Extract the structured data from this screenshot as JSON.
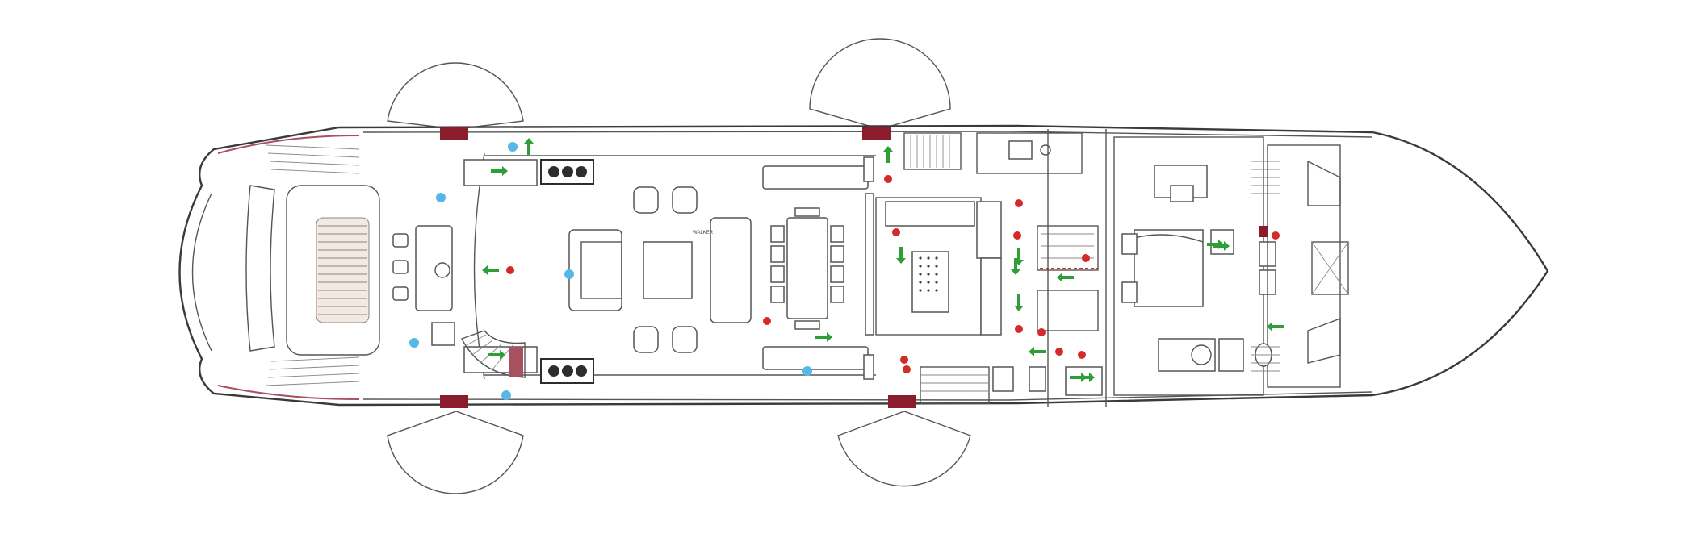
{
  "plan": {
    "tiny_label": "WALKER",
    "caption": "",
    "colors": {
      "line": "#3a3a3a",
      "accent_door": "#8a1c2c",
      "hull_tint": "#a85060",
      "exit_arrow": "#2e9e36",
      "extinguisher": "#d42a2a",
      "sprinkler": "#56b8e6",
      "background": "#ffffff"
    },
    "icons": {
      "exit": "green-arrow-icon",
      "extinguisher": "red-dot-icon",
      "sensor": "blue-dot-icon",
      "door": "swing-door-arc"
    },
    "safety_marker_counts": {
      "exit_arrows": 17,
      "extinguishers": 14,
      "sensors": 6
    }
  }
}
